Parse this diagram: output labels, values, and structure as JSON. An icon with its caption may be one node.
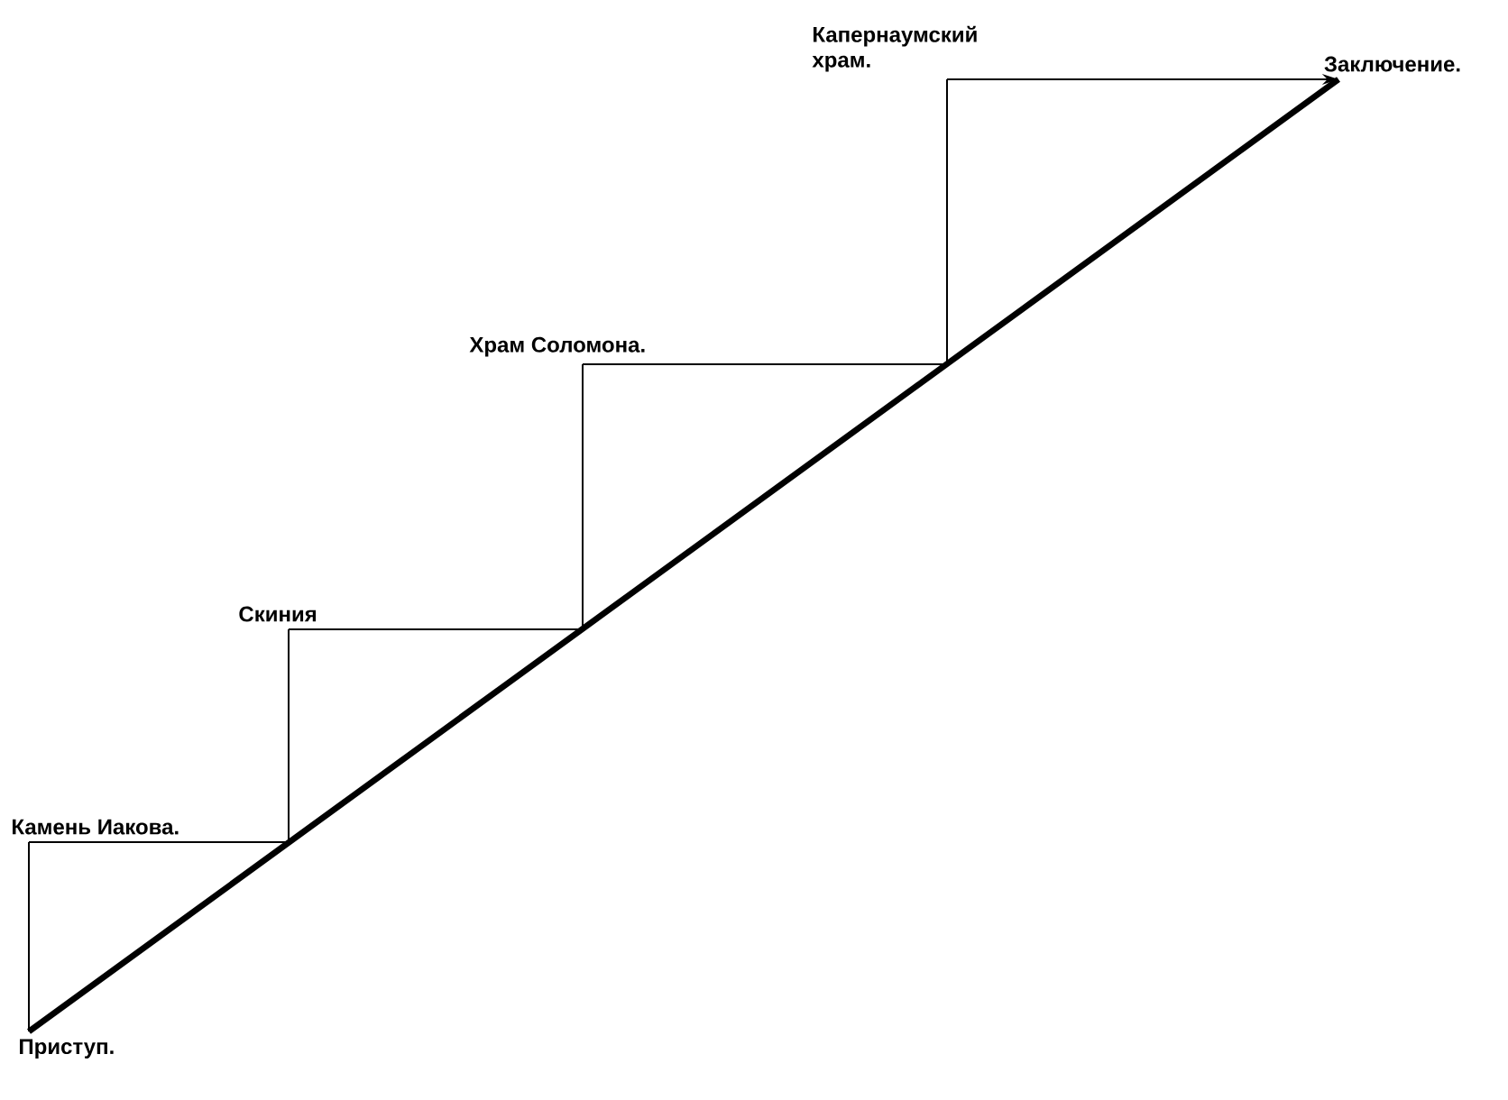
{
  "diagram": {
    "nodes": [
      {
        "text": [
          "Приступ."
        ]
      },
      {
        "text": [
          "Камень Иакова."
        ]
      },
      {
        "text": [
          "Скиния"
        ]
      },
      {
        "text": [
          "Храм Соломона."
        ]
      },
      {
        "text": [
          "Капернаумский храм."
        ]
      },
      {
        "text": [
          "Заключение."
        ]
      }
    ],
    "edges": [
      {
        "from": 0,
        "to": 1,
        "arrow": "none"
      },
      {
        "from": 1,
        "to": 2,
        "arrow": "none"
      },
      {
        "from": 2,
        "to": 3,
        "arrow": "none"
      },
      {
        "from": 3,
        "to": 4,
        "arrow": "none"
      },
      {
        "from": 4,
        "to": 5,
        "arrow": "to"
      },
      {
        "from": 0,
        "to": 5,
        "arrow": "none",
        "style": "thick"
      }
    ]
  }
}
